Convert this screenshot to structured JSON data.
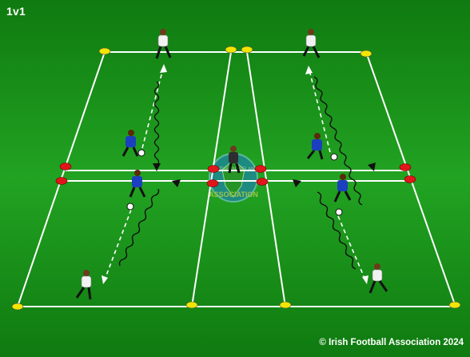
{
  "title": "1v1",
  "credit": "© Irish Football Association 2024",
  "colors": {
    "grass": "#1f9a1f",
    "line": "#ffffff",
    "cone_yellow": "#f2e600",
    "cone_red": "#e0161b",
    "attacker": "#1b3fbf",
    "defender": "#f2f2f2",
    "keeper": "#2e2e2e"
  },
  "crest": {
    "text_top": "NORTHERN IRELAND",
    "text_bottom": "ASSOCIATION"
  }
}
